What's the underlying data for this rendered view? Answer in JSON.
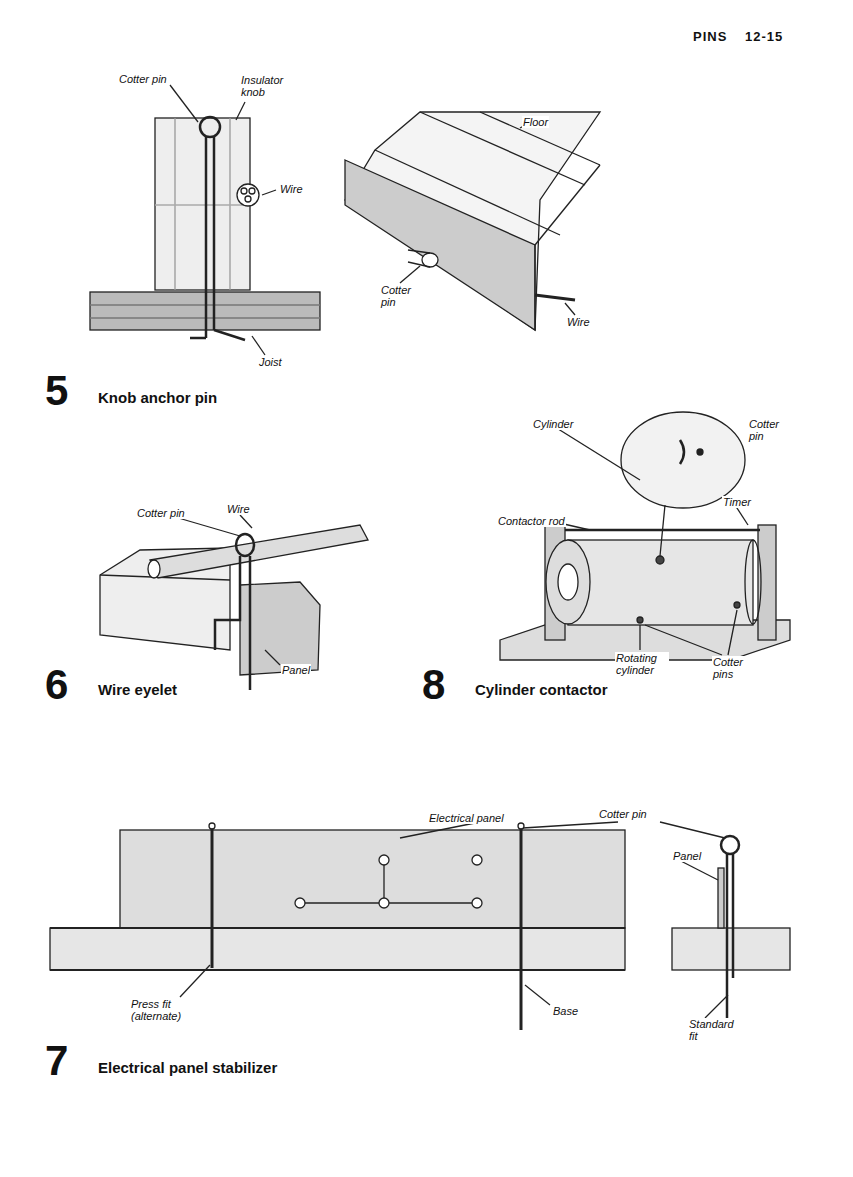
{
  "diagram": {
    "labels": [
      "PINS",
      "12-15",
      "Cotter pin",
      "Insulator knob",
      "Wire",
      "Joist",
      "Floor",
      "Cotter pin",
      "Wire",
      "5",
      "Knob anchor pin",
      "Cylinder",
      "Cotter pin",
      "Contactor rod",
      "Timer",
      "Rotating cylinder",
      "Cotter pins",
      "Cotter pin",
      "Wire",
      "Panel",
      "6",
      "Wire eyelet",
      "8",
      "Cylinder contactor",
      "Electrical panel",
      "Cotter pin",
      "Panel",
      "Press fit (alternate)",
      "Base",
      "Standard fit",
      "7",
      "Electrical panel stabilizer"
    ]
  }
}
